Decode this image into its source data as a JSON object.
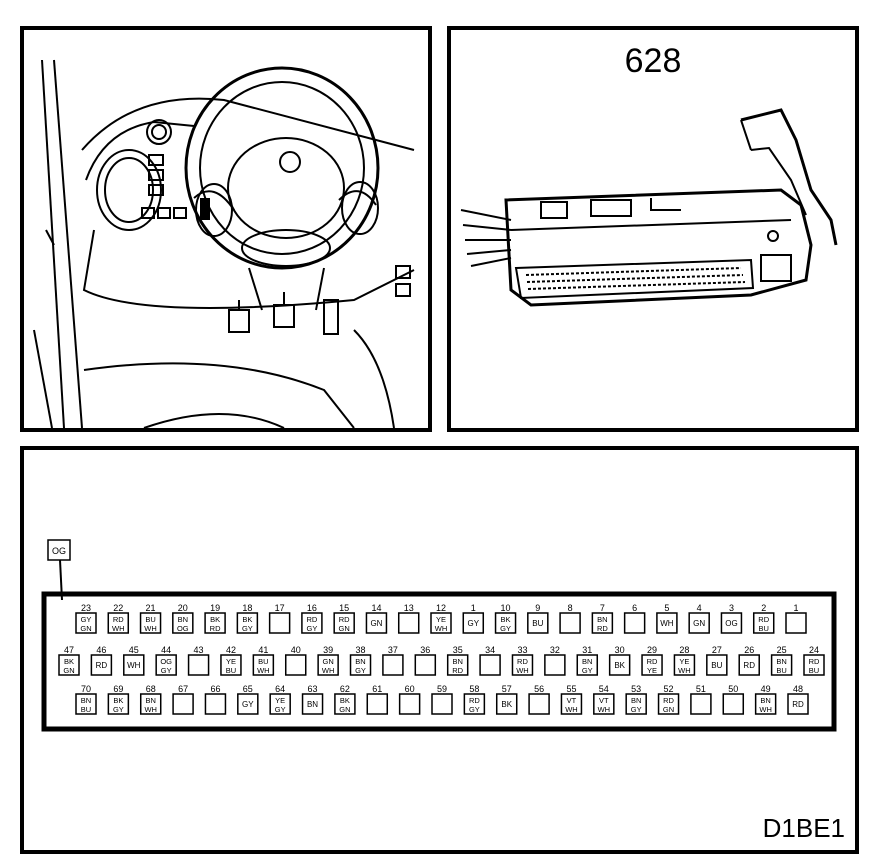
{
  "connector_number": "628",
  "figure_code": "D1BE1",
  "extra_wire": "OG",
  "pin_rows": [
    [
      {
        "pin": "23",
        "wires": [
          "GY",
          "GN"
        ]
      },
      {
        "pin": "22",
        "wires": [
          "RD",
          "WH"
        ]
      },
      {
        "pin": "21",
        "wires": [
          "BU",
          "WH"
        ]
      },
      {
        "pin": "20",
        "wires": [
          "BN",
          "OG"
        ]
      },
      {
        "pin": "19",
        "wires": [
          "BK",
          "RD"
        ]
      },
      {
        "pin": "18",
        "wires": [
          "BK",
          "GY"
        ]
      },
      {
        "pin": "17",
        "wires": []
      },
      {
        "pin": "16",
        "wires": [
          "RD",
          "GY"
        ]
      },
      {
        "pin": "15",
        "wires": [
          "RD",
          "GN"
        ]
      },
      {
        "pin": "14",
        "wires": [
          "GN"
        ]
      },
      {
        "pin": "13",
        "wires": []
      },
      {
        "pin": "12",
        "wires": [
          "YE",
          "WH"
        ]
      },
      {
        "pin": "1",
        "wires": [
          "GY"
        ]
      },
      {
        "pin": "10",
        "wires": [
          "BK",
          "GY"
        ]
      },
      {
        "pin": "9",
        "wires": [
          "BU"
        ]
      },
      {
        "pin": "8",
        "wires": []
      },
      {
        "pin": "7",
        "wires": [
          "BN",
          "RD"
        ]
      },
      {
        "pin": "6",
        "wires": []
      },
      {
        "pin": "5",
        "wires": [
          "WH"
        ]
      },
      {
        "pin": "4",
        "wires": [
          "GN"
        ]
      },
      {
        "pin": "3",
        "wires": [
          "OG"
        ]
      },
      {
        "pin": "2",
        "wires": [
          "RD",
          "BU"
        ]
      },
      {
        "pin": "1",
        "wires": []
      }
    ],
    [
      {
        "pin": "47",
        "wires": [
          "BK",
          "GN"
        ]
      },
      {
        "pin": "46",
        "wires": [
          "RD"
        ]
      },
      {
        "pin": "45",
        "wires": [
          "WH"
        ]
      },
      {
        "pin": "44",
        "wires": [
          "OG",
          "GY"
        ]
      },
      {
        "pin": "43",
        "wires": []
      },
      {
        "pin": "42",
        "wires": [
          "YE",
          "BU"
        ]
      },
      {
        "pin": "41",
        "wires": [
          "BU",
          "WH"
        ]
      },
      {
        "pin": "40",
        "wires": []
      },
      {
        "pin": "39",
        "wires": [
          "GN",
          "WH"
        ]
      },
      {
        "pin": "38",
        "wires": [
          "BN",
          "GY"
        ]
      },
      {
        "pin": "37",
        "wires": []
      },
      {
        "pin": "36",
        "wires": []
      },
      {
        "pin": "35",
        "wires": [
          "BN",
          "RD"
        ]
      },
      {
        "pin": "34",
        "wires": []
      },
      {
        "pin": "33",
        "wires": [
          "RD",
          "WH"
        ]
      },
      {
        "pin": "32",
        "wires": []
      },
      {
        "pin": "31",
        "wires": [
          "BN",
          "GY"
        ]
      },
      {
        "pin": "30",
        "wires": [
          "BK"
        ]
      },
      {
        "pin": "29",
        "wires": [
          "RD",
          "YE"
        ]
      },
      {
        "pin": "28",
        "wires": [
          "YE",
          "WH"
        ]
      },
      {
        "pin": "27",
        "wires": [
          "BU"
        ]
      },
      {
        "pin": "26",
        "wires": [
          "RD"
        ]
      },
      {
        "pin": "25",
        "wires": [
          "BN",
          "BU"
        ]
      },
      {
        "pin": "24",
        "wires": [
          "RD",
          "BU"
        ]
      }
    ],
    [
      {
        "pin": "70",
        "wires": [
          "BN",
          "BU"
        ]
      },
      {
        "pin": "69",
        "wires": [
          "BK",
          "GY"
        ]
      },
      {
        "pin": "68",
        "wires": [
          "BN",
          "WH"
        ]
      },
      {
        "pin": "67",
        "wires": []
      },
      {
        "pin": "66",
        "wires": []
      },
      {
        "pin": "65",
        "wires": [
          "GY"
        ]
      },
      {
        "pin": "64",
        "wires": [
          "YE",
          "GY"
        ]
      },
      {
        "pin": "63",
        "wires": [
          "BN"
        ]
      },
      {
        "pin": "62",
        "wires": [
          "BK",
          "GN"
        ]
      },
      {
        "pin": "61",
        "wires": []
      },
      {
        "pin": "60",
        "wires": []
      },
      {
        "pin": "59",
        "wires": []
      },
      {
        "pin": "58",
        "wires": [
          "RD",
          "GY"
        ]
      },
      {
        "pin": "57",
        "wires": [
          "BK"
        ]
      },
      {
        "pin": "56",
        "wires": []
      },
      {
        "pin": "55",
        "wires": [
          "VT",
          "WH"
        ]
      },
      {
        "pin": "54",
        "wires": [
          "VT",
          "WH"
        ]
      },
      {
        "pin": "53",
        "wires": [
          "BN",
          "GY"
        ]
      },
      {
        "pin": "52",
        "wires": [
          "RD",
          "GN"
        ]
      },
      {
        "pin": "51",
        "wires": []
      },
      {
        "pin": "50",
        "wires": []
      },
      {
        "pin": "49",
        "wires": [
          "BN",
          "WH"
        ]
      },
      {
        "pin": "48",
        "wires": [
          "RD"
        ]
      }
    ]
  ]
}
